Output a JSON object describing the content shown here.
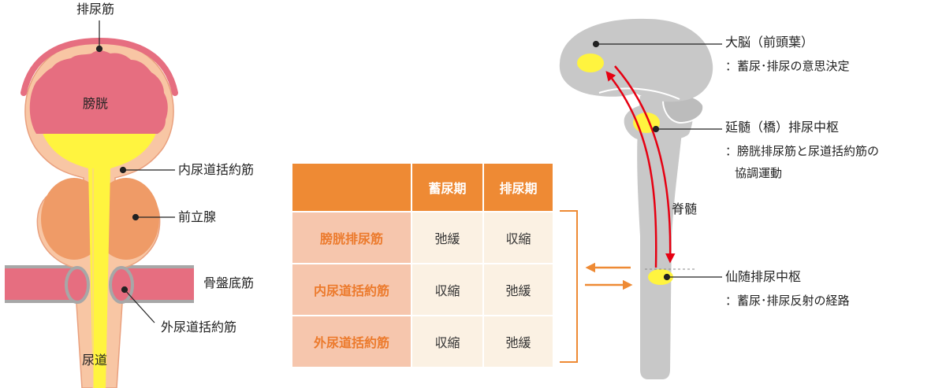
{
  "bladder_labels": {
    "detrusor": "排尿筋",
    "bladder": "膀胱",
    "internal_sphincter": "内尿道括約筋",
    "prostate": "前立腺",
    "pelvic_floor": "骨盤底筋",
    "external_sphincter": "外尿道括約筋",
    "urethra": "尿道"
  },
  "table": {
    "columns": [
      "",
      "蓄尿期",
      "排尿期"
    ],
    "rows": [
      {
        "name": "膀胱排尿筋",
        "storage": "弛緩",
        "voiding": "収縮"
      },
      {
        "name": "内尿道括約筋",
        "storage": "収縮",
        "voiding": "弛緩"
      },
      {
        "name": "外尿道括約筋",
        "storage": "収縮",
        "voiding": "弛緩"
      }
    ]
  },
  "brain_labels": {
    "cerebrum_title": "大脳（前頭葉）",
    "cerebrum_desc": "：蓄尿･排尿の意思決定",
    "pons_title": "延髄（橋）排尿中枢",
    "pons_desc_1": "：膀胱排尿筋と尿道括約筋の",
    "pons_desc_2": "協調運動",
    "spinal_cord": "脊髄",
    "sacral_title": "仙随排尿中枢",
    "sacral_desc": "：蓄尿･排尿反射の経路"
  },
  "colors": {
    "bladder_pink": "#e66e80",
    "wall_peach": "#f8c6a4",
    "urine_yellow": "#fff43f",
    "prostate_orange": "#ef9b67",
    "table_header": "#ee8a34",
    "table_rowhead": "#f6c6ad",
    "table_cell": "#fbf1e3",
    "nerve_gray": "#c8c8c8",
    "pathway_red": "#e60012",
    "arrow_orange": "#ee8a34"
  }
}
